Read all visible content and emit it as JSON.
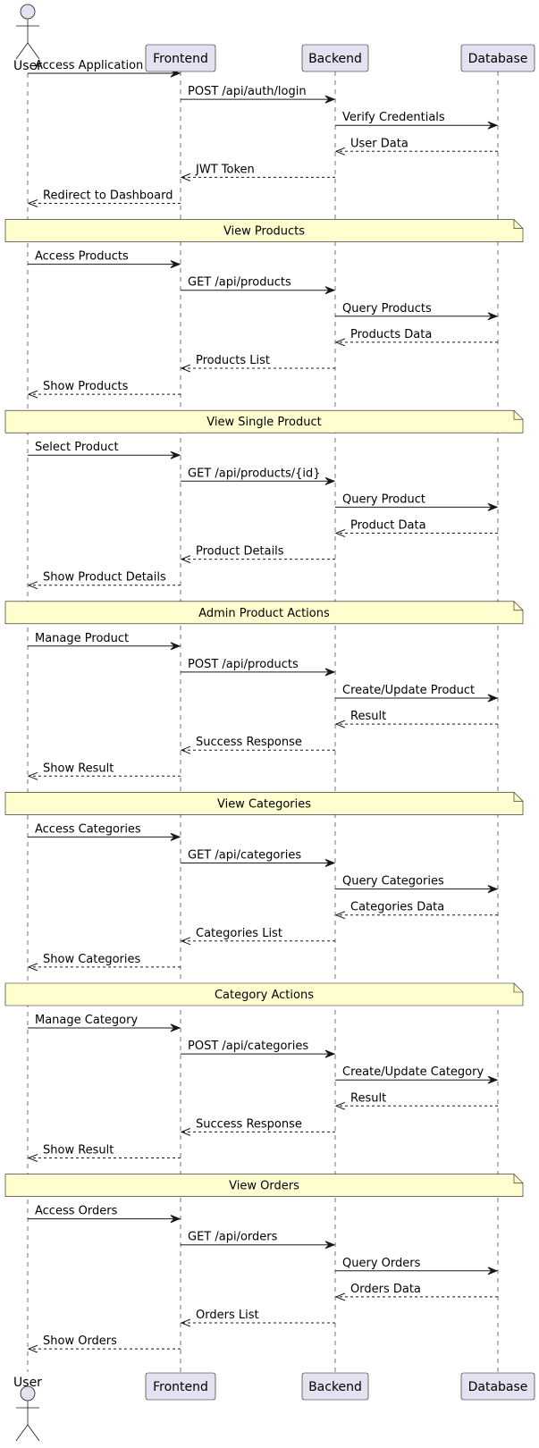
{
  "participants": [
    {
      "id": "user",
      "label": "User",
      "kind": "actor"
    },
    {
      "id": "frontend",
      "label": "Frontend",
      "kind": "box"
    },
    {
      "id": "backend",
      "label": "Backend",
      "kind": "box"
    },
    {
      "id": "database",
      "label": "Database",
      "kind": "box"
    }
  ],
  "sections": [
    {
      "note": "",
      "messages": [
        {
          "from": "user",
          "to": "frontend",
          "label": "Access Application",
          "style": "sync"
        },
        {
          "from": "frontend",
          "to": "backend",
          "label": "POST /api/auth/login",
          "style": "sync"
        },
        {
          "from": "backend",
          "to": "database",
          "label": "Verify Credentials",
          "style": "sync"
        },
        {
          "from": "database",
          "to": "backend",
          "label": "User Data",
          "style": "return"
        },
        {
          "from": "backend",
          "to": "frontend",
          "label": "JWT Token",
          "style": "return"
        },
        {
          "from": "frontend",
          "to": "user",
          "label": "Redirect to Dashboard",
          "style": "return"
        }
      ]
    },
    {
      "note": "View Products",
      "messages": [
        {
          "from": "user",
          "to": "frontend",
          "label": "Access Products",
          "style": "sync"
        },
        {
          "from": "frontend",
          "to": "backend",
          "label": "GET /api/products",
          "style": "sync"
        },
        {
          "from": "backend",
          "to": "database",
          "label": "Query Products",
          "style": "sync"
        },
        {
          "from": "database",
          "to": "backend",
          "label": "Products Data",
          "style": "return"
        },
        {
          "from": "backend",
          "to": "frontend",
          "label": "Products List",
          "style": "return"
        },
        {
          "from": "frontend",
          "to": "user",
          "label": "Show Products",
          "style": "return"
        }
      ]
    },
    {
      "note": "View Single Product",
      "messages": [
        {
          "from": "user",
          "to": "frontend",
          "label": "Select Product",
          "style": "sync"
        },
        {
          "from": "frontend",
          "to": "backend",
          "label": "GET /api/products/{id}",
          "style": "sync"
        },
        {
          "from": "backend",
          "to": "database",
          "label": "Query Product",
          "style": "sync"
        },
        {
          "from": "database",
          "to": "backend",
          "label": "Product Data",
          "style": "return"
        },
        {
          "from": "backend",
          "to": "frontend",
          "label": "Product Details",
          "style": "return"
        },
        {
          "from": "frontend",
          "to": "user",
          "label": "Show Product Details",
          "style": "return"
        }
      ]
    },
    {
      "note": "Admin Product Actions",
      "messages": [
        {
          "from": "user",
          "to": "frontend",
          "label": "Manage Product",
          "style": "sync"
        },
        {
          "from": "frontend",
          "to": "backend",
          "label": "POST /api/products",
          "style": "sync"
        },
        {
          "from": "backend",
          "to": "database",
          "label": "Create/Update Product",
          "style": "sync"
        },
        {
          "from": "database",
          "to": "backend",
          "label": "Result",
          "style": "return"
        },
        {
          "from": "backend",
          "to": "frontend",
          "label": "Success Response",
          "style": "return"
        },
        {
          "from": "frontend",
          "to": "user",
          "label": "Show Result",
          "style": "return"
        }
      ]
    },
    {
      "note": "View Categories",
      "messages": [
        {
          "from": "user",
          "to": "frontend",
          "label": "Access Categories",
          "style": "sync"
        },
        {
          "from": "frontend",
          "to": "backend",
          "label": "GET /api/categories",
          "style": "sync"
        },
        {
          "from": "backend",
          "to": "database",
          "label": "Query Categories",
          "style": "sync"
        },
        {
          "from": "database",
          "to": "backend",
          "label": "Categories Data",
          "style": "return"
        },
        {
          "from": "backend",
          "to": "frontend",
          "label": "Categories List",
          "style": "return"
        },
        {
          "from": "frontend",
          "to": "user",
          "label": "Show Categories",
          "style": "return"
        }
      ]
    },
    {
      "note": "Category Actions",
      "messages": [
        {
          "from": "user",
          "to": "frontend",
          "label": "Manage Category",
          "style": "sync"
        },
        {
          "from": "frontend",
          "to": "backend",
          "label": "POST /api/categories",
          "style": "sync"
        },
        {
          "from": "backend",
          "to": "database",
          "label": "Create/Update Category",
          "style": "sync"
        },
        {
          "from": "database",
          "to": "backend",
          "label": "Result",
          "style": "return"
        },
        {
          "from": "backend",
          "to": "frontend",
          "label": "Success Response",
          "style": "return"
        },
        {
          "from": "frontend",
          "to": "user",
          "label": "Show Result",
          "style": "return"
        }
      ]
    },
    {
      "note": "View Orders",
      "messages": [
        {
          "from": "user",
          "to": "frontend",
          "label": "Access Orders",
          "style": "sync"
        },
        {
          "from": "frontend",
          "to": "backend",
          "label": "GET /api/orders",
          "style": "sync"
        },
        {
          "from": "backend",
          "to": "database",
          "label": "Query Orders",
          "style": "sync"
        },
        {
          "from": "database",
          "to": "backend",
          "label": "Orders Data",
          "style": "return"
        },
        {
          "from": "backend",
          "to": "frontend",
          "label": "Orders List",
          "style": "return"
        },
        {
          "from": "frontend",
          "to": "user",
          "label": "Show Orders",
          "style": "return"
        }
      ]
    }
  ],
  "colors": {
    "participant_fill": "#e2e2f0",
    "participant_stroke": "#181818",
    "note_fill": "#fefece",
    "note_stroke": "#181818",
    "line": "#181818",
    "text": "#000000"
  }
}
